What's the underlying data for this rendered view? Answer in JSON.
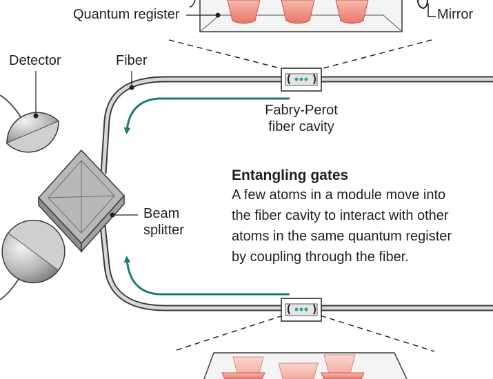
{
  "labels": {
    "quantum_register": "Quantum register",
    "mirror": "Mirror",
    "detector": "Detector",
    "fiber": "Fiber",
    "cavity_line1": "Fabry-Perot",
    "cavity_line2": "fiber cavity",
    "beam_line1": "Beam",
    "beam_line2": "splitter"
  },
  "annotation": {
    "heading": "Entangling gates",
    "lines": [
      "A few atoms in a module move into",
      "the fiber cavity to interact with other",
      "atoms in the same quantum register",
      "by coupling through the fiber."
    ]
  },
  "colors": {
    "arrow": "#1f7b74",
    "atom": "#2aa39a",
    "trap": "#f08a7a",
    "fiber": "#8c8c8c",
    "detector": "#9a9a9a"
  }
}
